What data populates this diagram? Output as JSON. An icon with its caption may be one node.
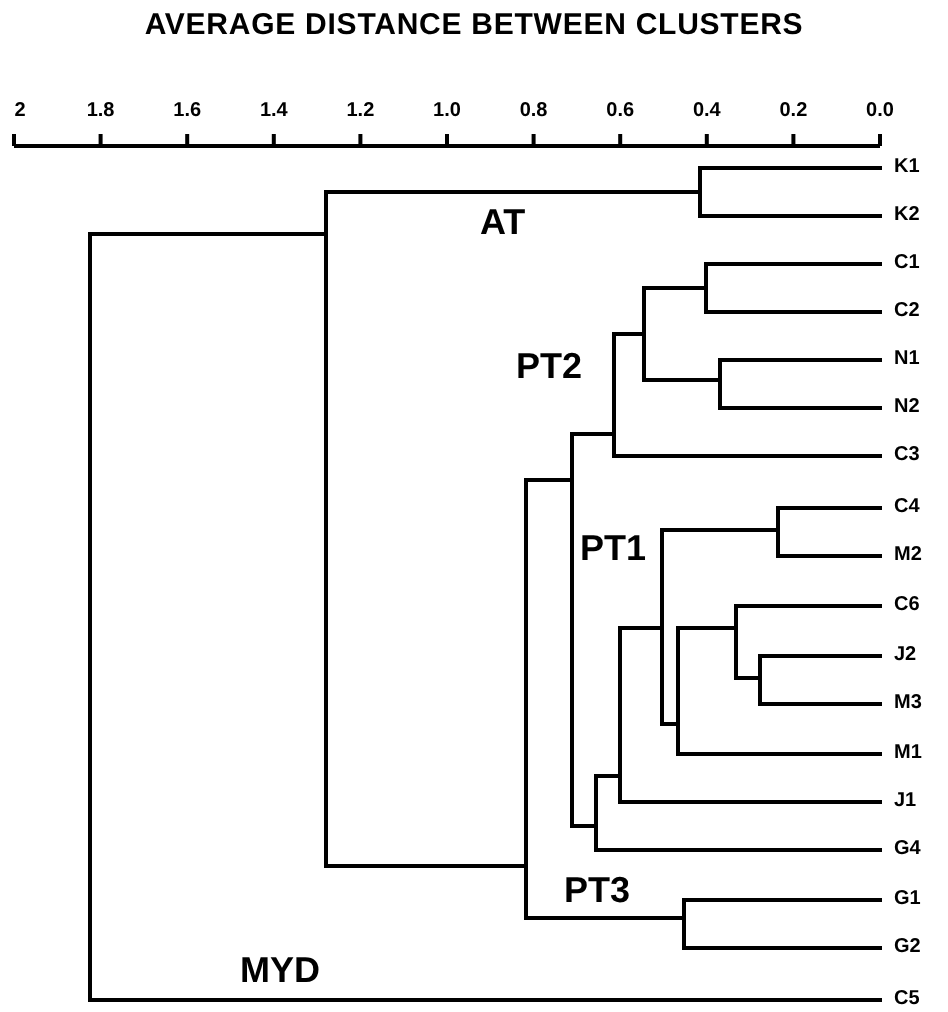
{
  "diagram": {
    "title": "AVERAGE DISTANCE BETWEEN CLUSTERS",
    "nodes": [
      {
        "text": [
          "K1"
        ]
      },
      {
        "text": [
          "K2"
        ]
      },
      {
        "text": [
          "C1"
        ]
      },
      {
        "text": [
          "C2"
        ]
      },
      {
        "text": [
          "N1"
        ]
      },
      {
        "text": [
          "N2"
        ]
      },
      {
        "text": [
          "C3"
        ]
      },
      {
        "text": [
          "C4"
        ]
      },
      {
        "text": [
          "M2"
        ]
      },
      {
        "text": [
          "C6"
        ]
      },
      {
        "text": [
          "J2"
        ]
      },
      {
        "text": [
          "M3"
        ]
      },
      {
        "text": [
          "M1"
        ]
      },
      {
        "text": [
          "J1"
        ]
      },
      {
        "text": [
          "G4"
        ]
      },
      {
        "text": [
          "G1"
        ]
      },
      {
        "text": [
          "G2"
        ]
      },
      {
        "text": [
          "C5"
        ]
      },
      {
        "text": [],
        "shape": "bar"
      },
      {
        "text": [],
        "shape": "bar"
      },
      {
        "text": [],
        "shape": "bar"
      },
      {
        "text": [],
        "shape": "bar"
      },
      {
        "text": [],
        "shape": "bar"
      },
      {
        "text": [],
        "shape": "bar"
      },
      {
        "text": [],
        "shape": "bar"
      },
      {
        "text": [],
        "shape": "bar"
      },
      {
        "text": [],
        "shape": "bar"
      },
      {
        "text": [],
        "shape": "bar"
      },
      {
        "text": [],
        "shape": "bar"
      },
      {
        "text": [],
        "shape": "bar"
      },
      {
        "text": [],
        "shape": "bar"
      },
      {
        "text": [],
        "shape": "bar"
      },
      {
        "text": [],
        "shape": "bar"
      },
      {
        "text": [],
        "shape": "bar"
      },
      {
        "text": [],
        "shape": "bar"
      }
    ],
    "edges": [
      {
        "from": 18,
        "to": 19,
        "arrow": "none"
      },
      {
        "from": 18,
        "to": 17,
        "arrow": "none"
      },
      {
        "from": 19,
        "to": 20,
        "arrow": "none"
      },
      {
        "from": 19,
        "to": 21,
        "arrow": "none"
      },
      {
        "from": 20,
        "to": 0,
        "arrow": "none"
      },
      {
        "from": 20,
        "to": 1,
        "arrow": "none"
      },
      {
        "from": 21,
        "to": 22,
        "arrow": "none"
      },
      {
        "from": 21,
        "to": 32,
        "arrow": "none"
      },
      {
        "from": 22,
        "to": 23,
        "arrow": "none"
      },
      {
        "from": 22,
        "to": 27,
        "arrow": "none"
      },
      {
        "from": 23,
        "to": 24,
        "arrow": "none"
      },
      {
        "from": 23,
        "to": 6,
        "arrow": "none"
      },
      {
        "from": 24,
        "to": 25,
        "arrow": "none"
      },
      {
        "from": 24,
        "to": 26,
        "arrow": "none"
      },
      {
        "from": 25,
        "to": 2,
        "arrow": "none"
      },
      {
        "from": 25,
        "to": 3,
        "arrow": "none"
      },
      {
        "from": 26,
        "to": 4,
        "arrow": "none"
      },
      {
        "from": 26,
        "to": 5,
        "arrow": "none"
      },
      {
        "from": 27,
        "to": 28,
        "arrow": "none"
      },
      {
        "from": 27,
        "to": 14,
        "arrow": "none"
      },
      {
        "from": 28,
        "to": 29,
        "arrow": "none"
      },
      {
        "from": 28,
        "to": 13,
        "arrow": "none"
      },
      {
        "from": 29,
        "to": 30,
        "arrow": "none"
      },
      {
        "from": 29,
        "to": 31,
        "arrow": "none"
      },
      {
        "from": 30,
        "to": 7,
        "arrow": "none"
      },
      {
        "from": 30,
        "to": 8,
        "arrow": "none"
      },
      {
        "from": 31,
        "to": 33,
        "arrow": "none"
      },
      {
        "from": 31,
        "to": 12,
        "arrow": "none"
      },
      {
        "from": 32,
        "to": 15,
        "arrow": "none"
      },
      {
        "from": 32,
        "to": 16,
        "arrow": "none"
      },
      {
        "from": 33,
        "to": 9,
        "arrow": "none"
      },
      {
        "from": 33,
        "to": 34,
        "arrow": "none"
      },
      {
        "from": 34,
        "to": 10,
        "arrow": "none"
      },
      {
        "from": 34,
        "to": 11,
        "arrow": "none"
      }
    ],
    "labels": [
      "2",
      "1.8",
      "1.6",
      "1.4",
      "1.2",
      "1.0",
      "0.8",
      "0.6",
      "0.4",
      "0.2",
      "0.0",
      "AT",
      "PT2",
      "PT1",
      "PT3",
      "MYD"
    ]
  }
}
